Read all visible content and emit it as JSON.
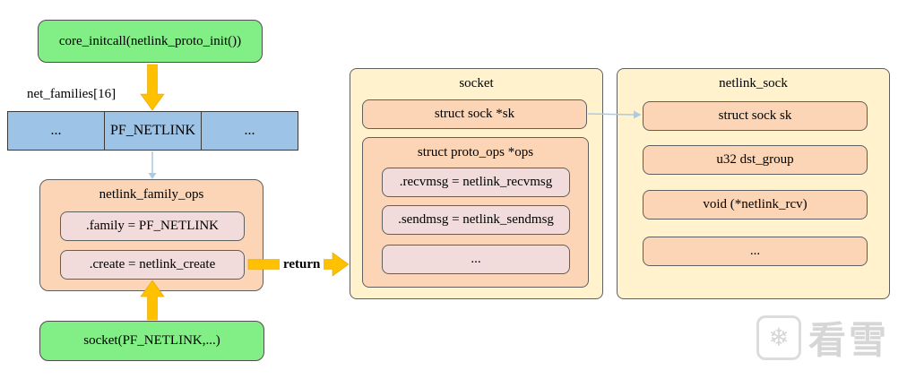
{
  "diagram": {
    "init_call": "core_initcall(netlink_proto_init())",
    "net_families": "net_families[16]",
    "table_cells": [
      "...",
      "PF_NETLINK",
      "..."
    ],
    "family_ops": {
      "title": "netlink_family_ops",
      "family_item": ".family = PF_NETLINK",
      "create_item": ".create = netlink_create"
    },
    "socket_call": "socket(PF_NETLINK,...)",
    "return_label": "return",
    "socket": {
      "title": "socket",
      "sk": "struct sock *sk",
      "proto_ops_title": "struct proto_ops *ops",
      "recvmsg": ".recvmsg = netlink_recvmsg",
      "sendmsg": ".sendmsg = netlink_sendmsg",
      "more": "..."
    },
    "netlink_sock": {
      "title": "netlink_sock",
      "items": [
        "struct sock sk",
        "u32 dst_group",
        "void (*netlink_rcv)",
        "..."
      ]
    },
    "watermark": "看雪",
    "colors": {
      "green": "#82ee86",
      "arrow_yellow": "#ffc000",
      "table_blue": "#9dc3e6",
      "peach": "#fbd5b5",
      "pink": "#f2dcdb",
      "cream": "#fff2cc",
      "thin_arrow_blue": "#a9cce3"
    }
  }
}
